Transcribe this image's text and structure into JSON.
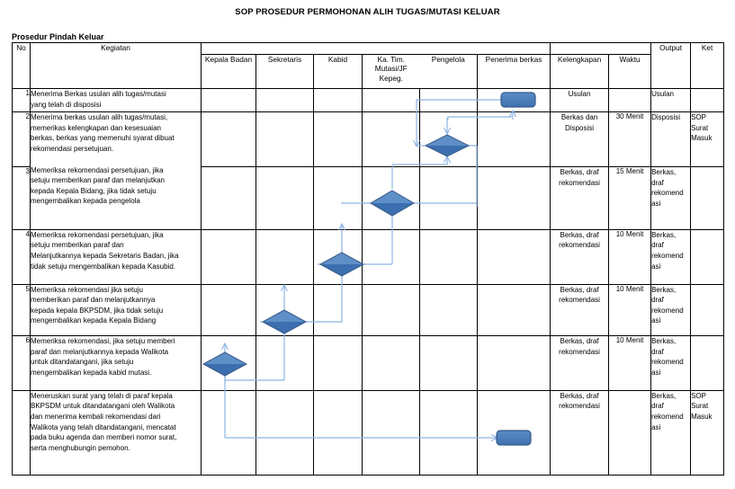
{
  "document": {
    "title": "SOP PROSEDUR PERMOHONAN ALIH TUGAS/MUTASI KELUAR",
    "subtitle": "Prosedur Pindah Keluar"
  },
  "table": {
    "headers": {
      "no": "No",
      "kegiatan": "Kegiatan",
      "pelaksana": "",
      "kepala_badan": "Kepala Badan",
      "sekretaris": "Sekretaris",
      "kabid": "Kabid",
      "ka_tim_line1": "Ka. Tim.",
      "ka_tim_line2": "Mutasi/JF",
      "ka_tim_line3": "Kepeg.",
      "pengelola": "Pengelola",
      "penerima_berkas": "Penerima berkas",
      "kelengkapan": "Kelengkapan",
      "waktu": "Waktu",
      "output": "Output",
      "ket": "Ket"
    },
    "rows": [
      {
        "no": "1",
        "kegiatan": [
          "Menerima Berkas usulan alih tugas/mutasi",
          "yang telah di disposisi"
        ],
        "kelengkapan": "Usulan",
        "waktu": "",
        "output": "Usulan",
        "ket": ""
      },
      {
        "no": "2",
        "kegiatan": [
          "Menerima berkas usulan alih tugas/mutasi,",
          "memerikas kelengkapan dan kesesuaian",
          "berkas, berkas yang memenuhi syarat dibuat",
          "rekomendasi persetujuan."
        ],
        "kelengkapan": "Berkas dan\nDisposisi",
        "waktu": "30 Menit",
        "output": "Disposisi",
        "ket": "SOP Surat\nMasuk"
      },
      {
        "no": "3",
        "kegiatan": [
          "Memeriksa rekomendasi persetujuan, jika",
          "setuju memberikan paraf dan melanjutkan",
          "kepada Kepala Bidang, jika tidak setuju",
          "mengembalikan kepada pengelola"
        ],
        "kelengkapan": "Berkas, draf\nrekomendasi",
        "waktu": "15 Menit",
        "output": "Berkas,\ndraf\nrekomend\nasi",
        "ket": ""
      },
      {
        "no": "4",
        "kegiatan": [
          "Memeriksa rekomendasi persetujuan, jika",
          "setuju memberikan paraf dan",
          "Melanjutkannya kepada Sekretaris Badan, jika",
          "tidak setuju mengembalikan kepada Kasubid."
        ],
        "kelengkapan": "Berkas, draf\nrekomendasi",
        "waktu": "10 Menit",
        "output": "Berkas,\ndraf\nrekomend\nasi",
        "ket": ""
      },
      {
        "no": "5",
        "kegiatan": [
          "Memeriksa rekomendasi jika setuju",
          "memberikan paraf dan melanjutkannya",
          "kepada kepala BKPSDM, jika tidak setuju",
          "mengembalikan kepada Kepala Bidang"
        ],
        "kelengkapan": "Berkas, draf\nrekomendasi",
        "waktu": "10 Menit",
        "output": "Berkas,\ndraf\nrekomend\nasi",
        "ket": ""
      },
      {
        "no": "6",
        "kegiatan": [
          "Memeriksa rekomendasi, jika setuju memberi",
          "paraf dan melanjutkannya kepada Walikota",
          "untuk ditandatangani, jika setuju",
          "mengembalikan kepada kabid mutasi."
        ],
        "kelengkapan": "Berkas, draf\nrekomendasi",
        "waktu": "10 Menit",
        "output": "Berkas,\ndraf\nrekomend\nasi",
        "ket": ""
      },
      {
        "no": "",
        "kegiatan": [
          "Meneruskan surat yang telah di paraf kepala",
          "BKPSDM untuk ditandatangani oleh Walikota",
          "dan menerima kembali rekomendasi dari",
          "Walikota yang telah ditandatangani, mencatat",
          "pada buku agenda dan memberi nomor surat,",
          "serta menghubungin pemohon."
        ],
        "kelengkapan": "Berkas, draf\nrekomendasi",
        "waktu": "",
        "output": "Berkas,\ndraf\nrekomend\nasi",
        "ket": "SOP Surat\nMasuk"
      }
    ]
  },
  "flow": {
    "shape_fill": "#4A7EBB",
    "shape_stroke": "#3A5F8A",
    "connector_color": "#8EB4E3",
    "nodes": [
      {
        "name": "start-terminator",
        "type": "rounded-rect",
        "lane": "penerima-berkas",
        "row": 1
      },
      {
        "name": "decision-pengelola",
        "type": "diamond",
        "lane": "pengelola",
        "row": 2
      },
      {
        "name": "decision-ka-tim-mutasi",
        "type": "diamond",
        "lane": "ka-tim-mutasi",
        "row": 3
      },
      {
        "name": "decision-kabid",
        "type": "diamond",
        "lane": "kabid",
        "row": 4
      },
      {
        "name": "decision-sekretaris",
        "type": "diamond",
        "lane": "sekretaris",
        "row": 5
      },
      {
        "name": "decision-kepala-badan",
        "type": "diamond",
        "lane": "kepala-badan",
        "row": 6
      },
      {
        "name": "end-terminator",
        "type": "rounded-rect",
        "lane": "penerima-berkas",
        "row": 7
      }
    ]
  }
}
